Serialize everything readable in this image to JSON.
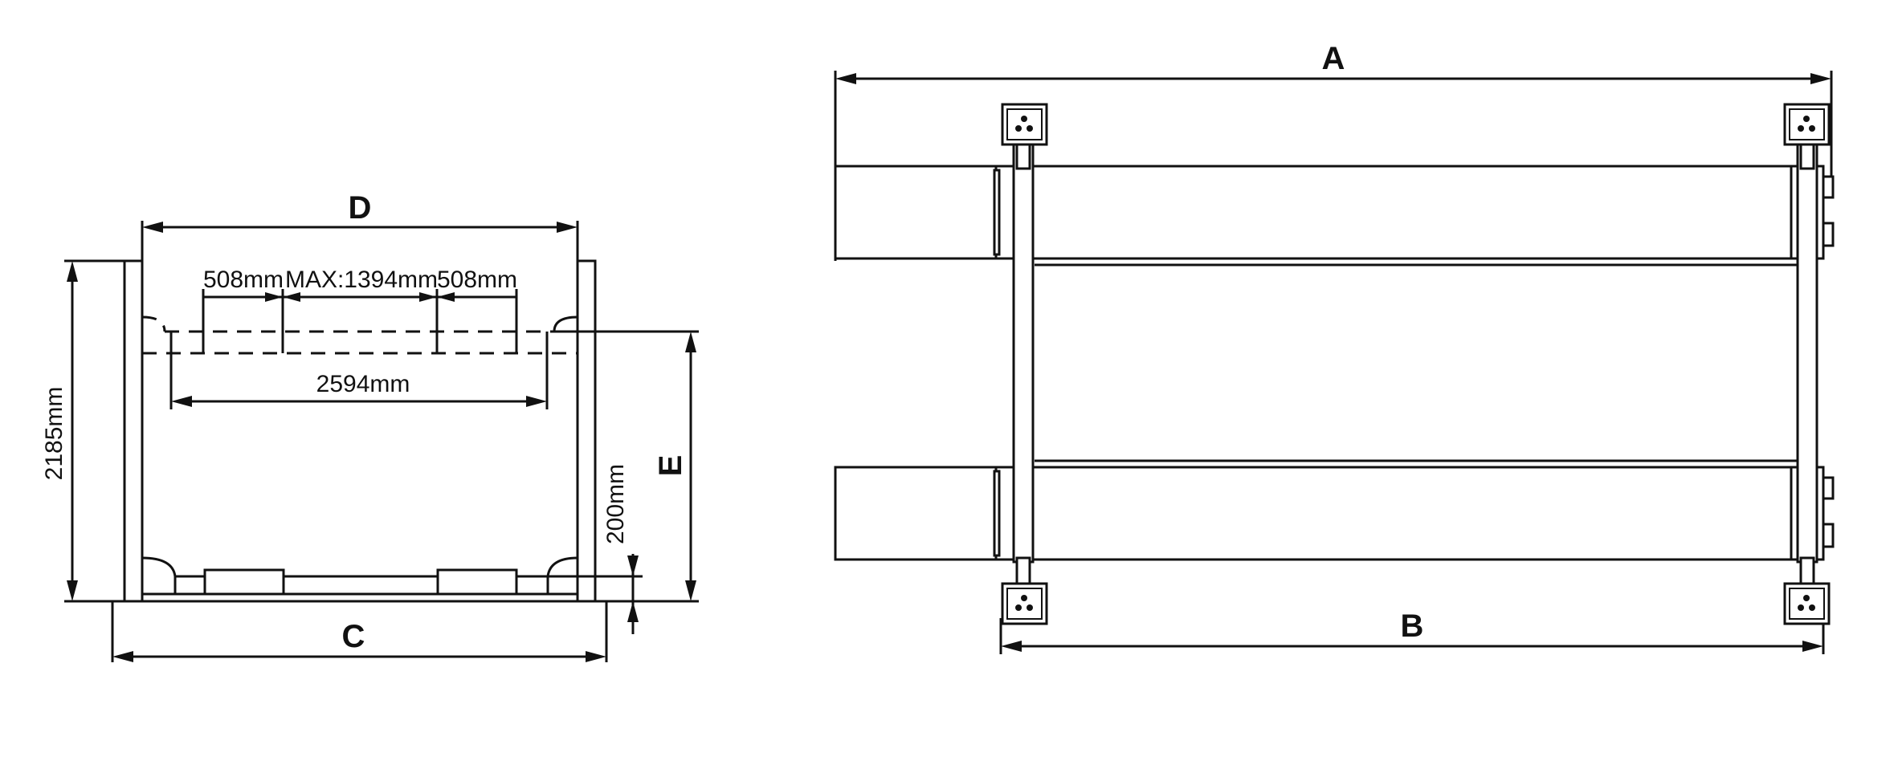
{
  "labels": {
    "a": "A",
    "b": "B",
    "c": "C",
    "d": "D",
    "e": "E"
  },
  "dimensions": {
    "height_2185": "2185mm",
    "gap_200": "200mm",
    "width_2594": "2594mm",
    "left_508": "508mm",
    "max_1394": "MAX:1394mm",
    "right_508": "508mm"
  }
}
